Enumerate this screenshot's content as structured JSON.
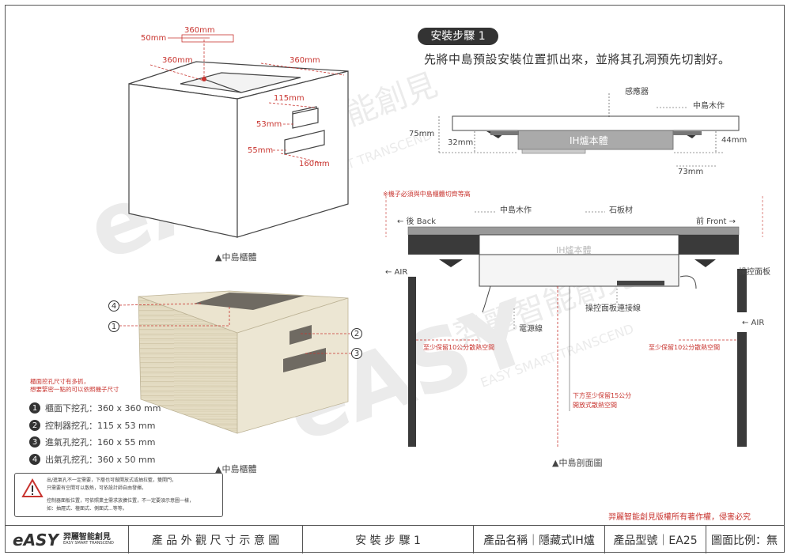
{
  "step": {
    "badge": "安裝步驟 1",
    "instruction": "先將中島預設安裝位置抓出來，並將其孔洞預先切割好。"
  },
  "box_top": {
    "dim_50": "50mm",
    "dim_360_a": "360mm",
    "dim_360_b": "360mm",
    "dim_360_c": "360mm",
    "dim_115": "115mm",
    "dim_53": "53mm",
    "dim_55": "55mm",
    "dim_160": "160mm",
    "caption": "▲中島櫃體"
  },
  "box_wood": {
    "callouts": [
      "4",
      "1",
      "2",
      "3"
    ],
    "caption": "▲中島櫃體"
  },
  "legend": {
    "note": "櫃面挖孔尺寸有多抓，\n想要緊密一點的可以依照機子尺寸",
    "items": [
      {
        "num": "1",
        "text": "櫃面下挖孔：360 x 360 mm"
      },
      {
        "num": "2",
        "text": "控制器挖孔：115 x 53 mm"
      },
      {
        "num": "3",
        "text": "進氣孔挖孔：160 x 55 mm"
      },
      {
        "num": "4",
        "text": "出氣孔挖孔：360 x 50 mm"
      }
    ]
  },
  "warning": {
    "line1": "出/進氣孔不一定需要，下層也可做開放式或抽拉籃，雙開門，",
    "line2": "只需要有空間可以散熱，可依設計師自由發揮。",
    "line3": "控制器面板位置，可依照業主需求放擴位置，不一定要須示意圖一樣，",
    "line4": "如：抽屜式、檯面式、側面式...等等。"
  },
  "side_small": {
    "sensor": "感應器",
    "wood": "中島木作",
    "ih": "IH爐本體",
    "dim_75": "75mm",
    "dim_32": "32mm",
    "dim_44": "44mm",
    "dim_73": "73mm"
  },
  "section": {
    "warning": "※機子必須與中島櫃體切齊等高",
    "wood": "中島木作",
    "stone": "石板材",
    "back": "← 後 Back",
    "front": "前 Front →",
    "air_left": "← AIR",
    "air_right": "← AIR",
    "ih": "IH爐本體",
    "panel": "操控面板",
    "panel_wire": "操控面板連接線",
    "power": "電源線",
    "keep_left": "至少保留10公分散熱空間",
    "keep_right": "至少保留10公分散熱空間",
    "keep_bottom_1": "下方至少保留15公分",
    "keep_bottom_2": "開放式散熱空間",
    "caption": "▲中島剖面圖"
  },
  "copyright": "羿麗智能創見版權所有著作權，侵害必究",
  "footer": {
    "logo": "eASY",
    "brand_cn": "羿麗智能創見",
    "brand_en": "EASY SMART TRANSCEND",
    "title": "產 品 外 觀 尺 寸 示 意 圖",
    "step": "安 裝 步 驟 1",
    "product_name": "產品名稱｜隱藏式IH爐",
    "model": "產品型號｜EA25",
    "scale": "圖面比例：無"
  },
  "watermark": {
    "logo": "eASY",
    "cn": "羿麗智能創見",
    "en": "EASY SMART TRANSCEND"
  },
  "colors": {
    "accent_red": "#c8342f",
    "dark": "#333333",
    "wood": "#e4dcc3",
    "stone": "#9a9a9a"
  }
}
